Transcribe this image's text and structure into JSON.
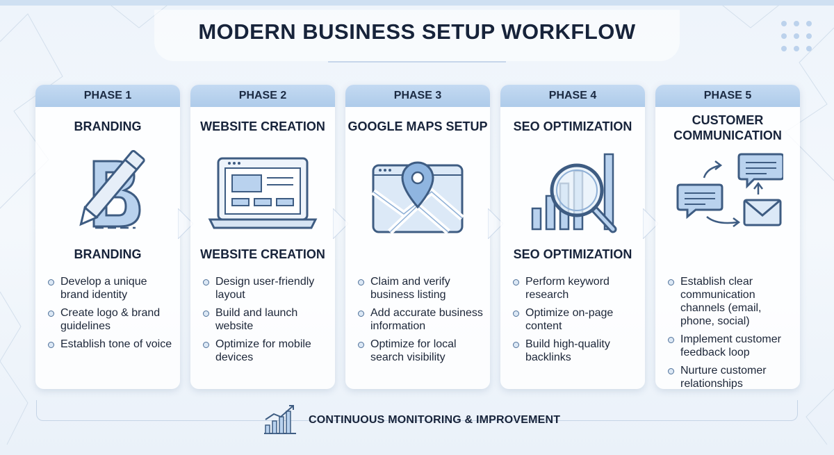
{
  "title": "MODERN BUSINESS SETUP WORKFLOW",
  "phases": [
    {
      "label": "PHASE 1",
      "title": "BRANDING",
      "subtitle": "BRANDING",
      "icon": "brand-pencil-icon",
      "bullets": [
        "Develop a unique brand identity",
        "Create logo & brand guidelines",
        "Establish tone of voice"
      ]
    },
    {
      "label": "PHASE 2",
      "title": "WEBSITE CREATION",
      "subtitle": "WEBSITE CREATION",
      "icon": "laptop-icon",
      "bullets": [
        "Design user-friendly layout",
        "Build and launch website",
        "Optimize for mobile devices"
      ]
    },
    {
      "label": "PHASE 3",
      "title": "GOOGLE MAPS SETUP",
      "subtitle": "",
      "icon": "map-pin-icon",
      "bullets": [
        "Claim and verify business listing",
        "Add accurate business information",
        "Optimize for local search visibility"
      ]
    },
    {
      "label": "PHASE 4",
      "title": "SEO OPTIMIZATION",
      "subtitle": "SEO OPTIMIZATION",
      "icon": "magnifier-chart-icon",
      "bullets": [
        "Perform keyword research",
        "Optimize on-page content",
        "Build high-quality backlinks"
      ]
    },
    {
      "label": "PHASE 5",
      "title": "CUSTOMER COMMUNICATION",
      "title_lines": [
        "CUSTOMER",
        "COMMUNICATION"
      ],
      "subtitle": "",
      "icon": "chat-mail-icon",
      "bullets": [
        "Establish clear communication channels (email, phone, social)",
        "Implement customer feedback loop",
        "Nurture customer relationships"
      ]
    }
  ],
  "footer": {
    "text": "CONTINUOUS MONITORING & IMPROVEMENT",
    "icon": "growth-chart-icon"
  },
  "colors": {
    "accent": "#4d6f98",
    "header": "#aecbea",
    "icon_fill": "#b9d2ee",
    "text": "#17233a"
  }
}
